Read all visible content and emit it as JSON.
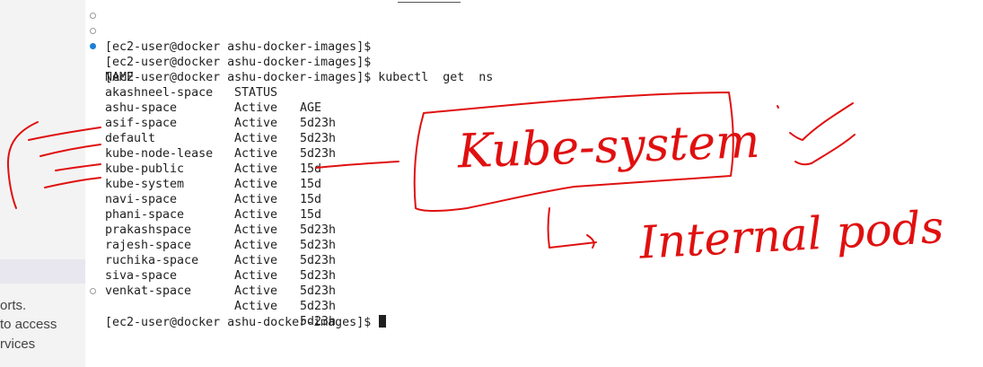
{
  "sidebar": {
    "text_lines": [
      "orts.",
      "to access",
      "rvices"
    ]
  },
  "terminal": {
    "prompts": [
      {
        "text": "[ec2-user@docker ashu-docker-images]$",
        "status": "idle"
      },
      {
        "text": "[ec2-user@docker ashu-docker-images]$",
        "status": "idle"
      },
      {
        "text": "[ec2-user@docker ashu-docker-images]$ kubectl  get  ns",
        "status": "active"
      }
    ],
    "table": {
      "headers": [
        "NAME",
        "STATUS",
        "AGE"
      ],
      "rows": [
        [
          "akashneel-space",
          "Active",
          "5d23h"
        ],
        [
          "ashu-space",
          "Active",
          "5d23h"
        ],
        [
          "asif-space",
          "Active",
          "5d23h"
        ],
        [
          "default",
          "Active",
          "15d"
        ],
        [
          "kube-node-lease",
          "Active",
          "15d"
        ],
        [
          "kube-public",
          "Active",
          "15d"
        ],
        [
          "kube-system",
          "Active",
          "15d"
        ],
        [
          "navi-space",
          "Active",
          "5d23h"
        ],
        [
          "phani-space",
          "Active",
          "5d23h"
        ],
        [
          "prakashspace",
          "Active",
          "5d23h"
        ],
        [
          "rajesh-space",
          "Active",
          "5d23h"
        ],
        [
          "ruchika-space",
          "Active",
          "5d23h"
        ],
        [
          "siva-space",
          "Active",
          "5d23h"
        ],
        [
          "venkat-space",
          "Active",
          "5d23h"
        ]
      ]
    },
    "final_prompt": "[ec2-user@docker ashu-docker-images]$"
  },
  "annotations": {
    "color": "#e01010",
    "boxed_note": "Kube-system",
    "arrow_note": "Internal pods"
  },
  "colors": {
    "active_dot": "#1c7fd6",
    "idle_dot": "#9a9a9a",
    "text": "#1f1f1f"
  }
}
